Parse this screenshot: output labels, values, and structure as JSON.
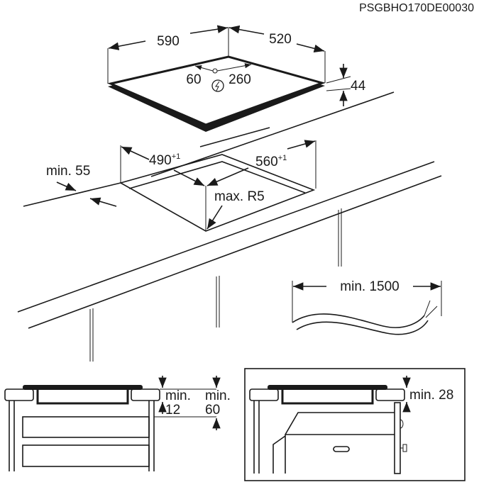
{
  "document_code": "PSGBHO170DE00030",
  "hob": {
    "width": "590",
    "depth": "520",
    "height": "44",
    "connection_left": "60",
    "connection_right": "260",
    "power_symbol": "lightning-icon"
  },
  "cutout": {
    "width": "490",
    "width_tol": "+1",
    "depth": "560",
    "depth_tol": "+1",
    "front_distance": "min. 55",
    "corner_radius": "max. R5"
  },
  "cable": {
    "length": "min. 1500"
  },
  "section_drawer": {
    "gap_label1": "min.",
    "gap_value1": "12",
    "gap_label2": "min.",
    "gap_value2": "60"
  },
  "section_oven": {
    "gap": "min. 28"
  }
}
